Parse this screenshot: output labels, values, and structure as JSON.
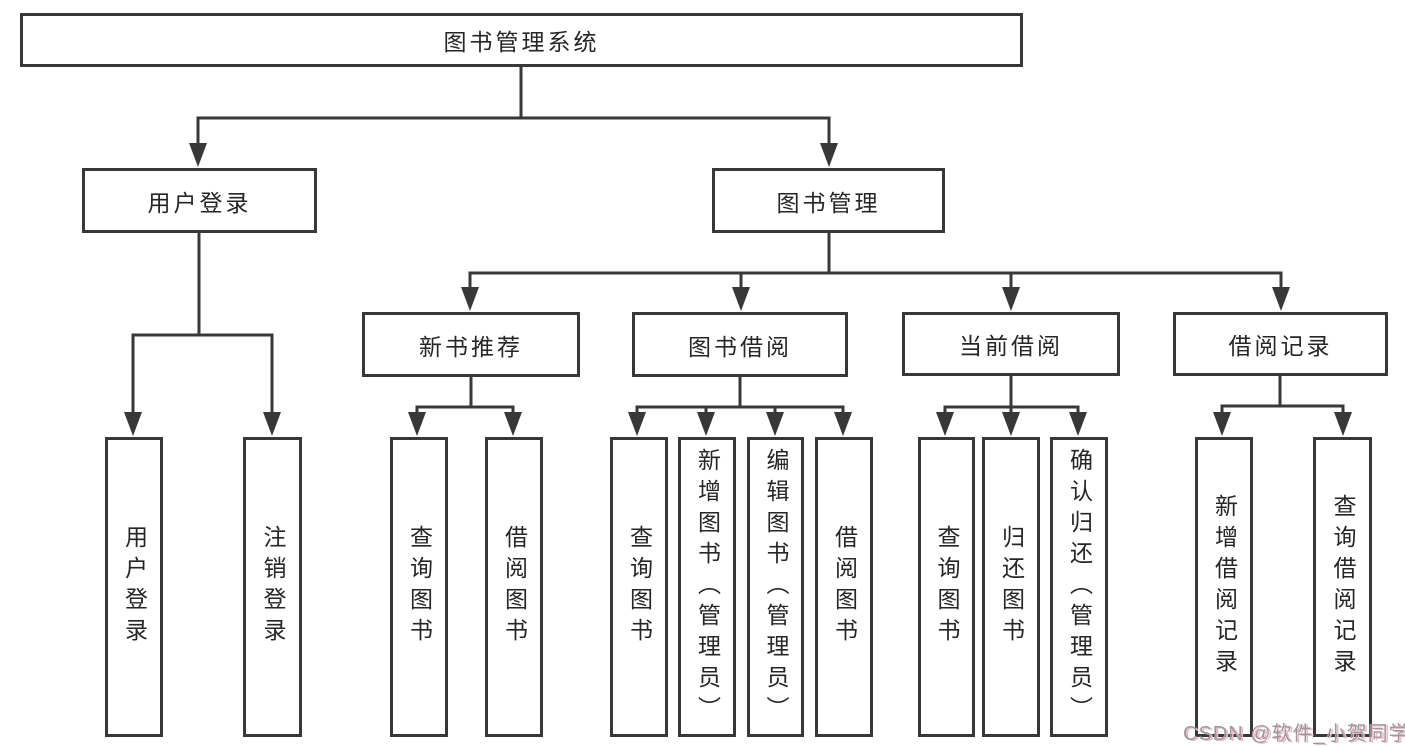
{
  "diagram": {
    "root": {
      "label": "图书管理系统"
    },
    "user_login": {
      "label": "用户登录",
      "children": [
        {
          "label": "用户登录"
        },
        {
          "label": "注销登录"
        }
      ]
    },
    "book_mgmt": {
      "label": "图书管理",
      "children": [
        {
          "label": "新书推荐",
          "children": [
            {
              "label": "查询图书"
            },
            {
              "label": "借阅图书"
            }
          ]
        },
        {
          "label": "图书借阅",
          "children": [
            {
              "label": "查询图书"
            },
            {
              "label": "新增图书（管理员）"
            },
            {
              "label": "编辑图书（管理员）"
            },
            {
              "label": "借阅图书"
            }
          ]
        },
        {
          "label": "当前借阅",
          "children": [
            {
              "label": "查询图书"
            },
            {
              "label": "归还图书"
            },
            {
              "label": "确认归还（管理员）"
            }
          ]
        },
        {
          "label": "借阅记录",
          "children": [
            {
              "label": "新增借阅记录"
            },
            {
              "label": "查询借阅记录"
            }
          ]
        }
      ]
    }
  },
  "watermark": {
    "text": "CSDN @软件_小贺同学"
  },
  "colors": {
    "line": "#383838",
    "text": "#262626",
    "watermark_gray": "#9a9a9a",
    "watermark_pink": "#f0b6c5"
  }
}
